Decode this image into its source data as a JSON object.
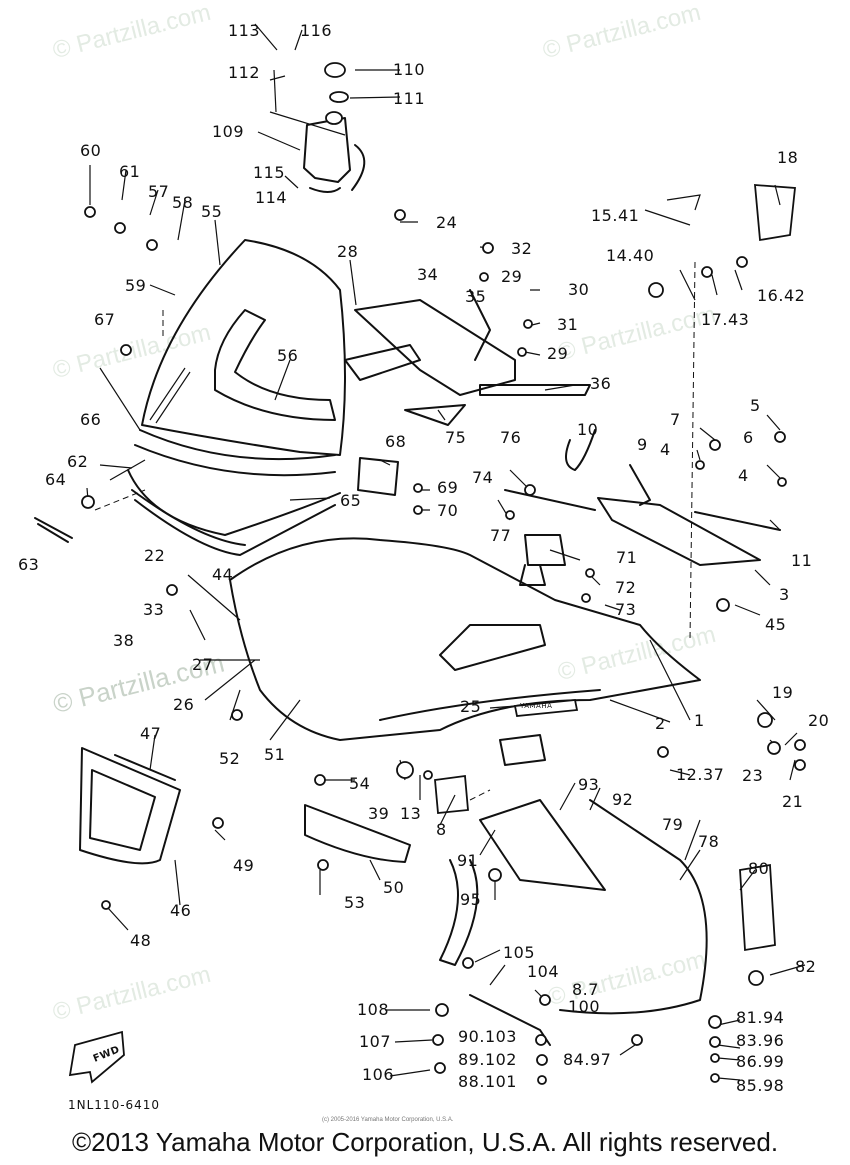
{
  "diagram": {
    "title": "Yamaha cowling exploded parts diagram",
    "diagram_code": "1NL110-6410",
    "forward_arrow_label": "FWD",
    "emblem_text": "YAMAHA",
    "fine_print": "(c) 2005-2016 Yamaha Motor Corporation, U.S.A.",
    "copyright": "©2013 Yamaha Motor Corporation, U.S.A. All rights reserved.",
    "watermark": "© Partzilla.com",
    "callouts": [
      {
        "id": "113",
        "label": "113"
      },
      {
        "id": "116",
        "label": "116"
      },
      {
        "id": "112",
        "label": "112"
      },
      {
        "id": "110",
        "label": "110"
      },
      {
        "id": "111",
        "label": "111"
      },
      {
        "id": "109",
        "label": "109"
      },
      {
        "id": "115",
        "label": "115"
      },
      {
        "id": "114",
        "label": "114"
      },
      {
        "id": "60",
        "label": "60"
      },
      {
        "id": "61",
        "label": "61"
      },
      {
        "id": "57",
        "label": "57"
      },
      {
        "id": "58",
        "label": "58"
      },
      {
        "id": "55",
        "label": "55"
      },
      {
        "id": "59",
        "label": "59"
      },
      {
        "id": "67",
        "label": "67"
      },
      {
        "id": "56",
        "label": "56"
      },
      {
        "id": "24",
        "label": "24"
      },
      {
        "id": "28",
        "label": "28"
      },
      {
        "id": "32",
        "label": "32"
      },
      {
        "id": "29a",
        "label": "29"
      },
      {
        "id": "34",
        "label": "34"
      },
      {
        "id": "35",
        "label": "35"
      },
      {
        "id": "30",
        "label": "30"
      },
      {
        "id": "31",
        "label": "31"
      },
      {
        "id": "29b",
        "label": "29"
      },
      {
        "id": "36",
        "label": "36"
      },
      {
        "id": "75",
        "label": "75"
      },
      {
        "id": "18",
        "label": "18"
      },
      {
        "id": "15.41",
        "label": "15.41"
      },
      {
        "id": "14.40",
        "label": "14.40"
      },
      {
        "id": "16.42",
        "label": "16.42"
      },
      {
        "id": "17.43",
        "label": "17.43"
      },
      {
        "id": "66",
        "label": "66"
      },
      {
        "id": "62",
        "label": "62"
      },
      {
        "id": "64",
        "label": "64"
      },
      {
        "id": "63",
        "label": "63"
      },
      {
        "id": "65",
        "label": "65"
      },
      {
        "id": "68",
        "label": "68"
      },
      {
        "id": "69",
        "label": "69"
      },
      {
        "id": "70",
        "label": "70"
      },
      {
        "id": "76",
        "label": "76"
      },
      {
        "id": "10",
        "label": "10"
      },
      {
        "id": "74",
        "label": "74"
      },
      {
        "id": "77",
        "label": "77"
      },
      {
        "id": "7",
        "label": "7"
      },
      {
        "id": "9",
        "label": "9"
      },
      {
        "id": "4a",
        "label": "4"
      },
      {
        "id": "5",
        "label": "5"
      },
      {
        "id": "6",
        "label": "6"
      },
      {
        "id": "4b",
        "label": "4"
      },
      {
        "id": "11",
        "label": "11"
      },
      {
        "id": "3",
        "label": "3"
      },
      {
        "id": "71",
        "label": "71"
      },
      {
        "id": "72",
        "label": "72"
      },
      {
        "id": "73",
        "label": "73"
      },
      {
        "id": "45",
        "label": "45"
      },
      {
        "id": "44",
        "label": "44"
      },
      {
        "id": "22",
        "label": "22"
      },
      {
        "id": "33",
        "label": "33"
      },
      {
        "id": "38",
        "label": "38"
      },
      {
        "id": "27",
        "label": "27"
      },
      {
        "id": "26",
        "label": "26"
      },
      {
        "id": "52",
        "label": "52"
      },
      {
        "id": "51",
        "label": "51"
      },
      {
        "id": "25",
        "label": "25"
      },
      {
        "id": "2",
        "label": "2"
      },
      {
        "id": "1",
        "label": "1"
      },
      {
        "id": "19",
        "label": "19"
      },
      {
        "id": "20",
        "label": "20"
      },
      {
        "id": "23",
        "label": "23"
      },
      {
        "id": "21",
        "label": "21"
      },
      {
        "id": "12.37",
        "label": "12.37"
      },
      {
        "id": "47",
        "label": "47"
      },
      {
        "id": "54",
        "label": "54"
      },
      {
        "id": "39",
        "label": "39"
      },
      {
        "id": "13",
        "label": "13"
      },
      {
        "id": "8",
        "label": "8"
      },
      {
        "id": "93",
        "label": "93"
      },
      {
        "id": "92",
        "label": "92"
      },
      {
        "id": "91",
        "label": "91"
      },
      {
        "id": "79",
        "label": "79"
      },
      {
        "id": "78",
        "label": "78"
      },
      {
        "id": "80",
        "label": "80"
      },
      {
        "id": "49",
        "label": "49"
      },
      {
        "id": "50",
        "label": "50"
      },
      {
        "id": "53",
        "label": "53"
      },
      {
        "id": "46",
        "label": "46"
      },
      {
        "id": "95",
        "label": "95"
      },
      {
        "id": "48",
        "label": "48"
      },
      {
        "id": "105",
        "label": "105"
      },
      {
        "id": "104",
        "label": "104"
      },
      {
        "id": "82",
        "label": "82"
      },
      {
        "id": "8.7",
        "label": "8.7"
      },
      {
        "id": "100",
        "label": "100"
      },
      {
        "id": "108",
        "label": "108"
      },
      {
        "id": "107",
        "label": "107"
      },
      {
        "id": "90.103",
        "label": "90.103"
      },
      {
        "id": "89.102",
        "label": "89.102"
      },
      {
        "id": "88.101",
        "label": "88.101"
      },
      {
        "id": "106",
        "label": "106"
      },
      {
        "id": "84.97",
        "label": "84.97"
      },
      {
        "id": "81.94",
        "label": "81.94"
      },
      {
        "id": "83.96",
        "label": "83.96"
      },
      {
        "id": "86.99",
        "label": "86.99"
      },
      {
        "id": "85.98",
        "label": "85.98"
      }
    ]
  }
}
